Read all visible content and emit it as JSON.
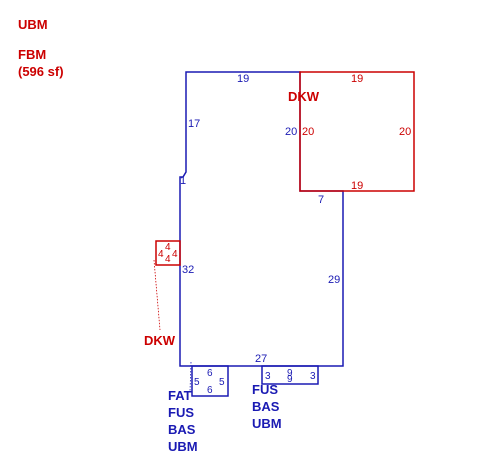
{
  "header": {
    "line1": "UBM",
    "line2": "FBM",
    "line3": "(596 sf)"
  },
  "labels": {
    "dkw_top": "DKW",
    "dkw_left": "DKW",
    "left_stack": [
      "FAT",
      "FUS",
      "BAS",
      "UBM"
    ],
    "right_stack": [
      "FUS",
      "BAS",
      "UBM"
    ]
  },
  "dimensions": {
    "main_top": "19",
    "main_upper_left": "17",
    "main_notch": "1",
    "main_shared": "20",
    "main_step": "7",
    "main_right": "29",
    "main_bottom": "27",
    "main_left": "32",
    "deck_top": "19",
    "deck_left": "20",
    "deck_right": "20",
    "deck_bottom": "19",
    "small_box_top": "4",
    "small_box_left": "4",
    "small_box_right": "4",
    "small_box_bottom": "4",
    "left_box_top": "6",
    "left_box_left": "5",
    "left_box_right": "5",
    "left_box_bottom": "6",
    "right_box_left": "3",
    "right_box_top": "9",
    "right_box_bottom": "9",
    "right_box_right": "3"
  },
  "colors": {
    "main_outline": "#1a1ab3",
    "addon_outline": "#cc0000"
  }
}
